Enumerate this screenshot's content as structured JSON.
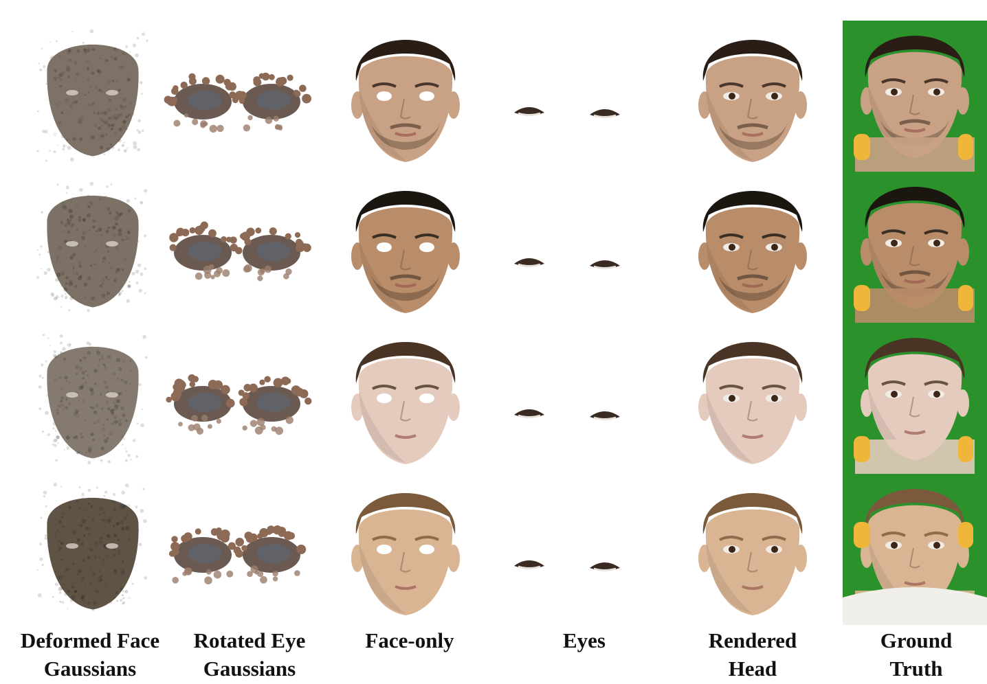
{
  "columns": [
    {
      "line1": "Deformed Face",
      "line2": "Gaussians"
    },
    {
      "line1": "Rotated Eye",
      "line2": "Gaussians"
    },
    {
      "line1": "Face-only",
      "line2": ""
    },
    {
      "line1": "Eyes",
      "line2": ""
    },
    {
      "line1": "Rendered",
      "line2": "Head"
    },
    {
      "line1": "Ground",
      "line2": "Truth"
    }
  ],
  "subjects": [
    {
      "skin": "#c9a184",
      "hair": "#2a1d16",
      "beard": true,
      "gaussian_tone": "#7e7266"
    },
    {
      "skin": "#b98d6a",
      "hair": "#1c1611",
      "beard": true,
      "gaussian_tone": "#7c7164"
    },
    {
      "skin": "#e4cbbd",
      "hair": "#4a3426",
      "beard": false,
      "gaussian_tone": "#857a70"
    },
    {
      "skin": "#d9b594",
      "hair": "#7a5a3a",
      "beard": false,
      "gaussian_tone": "#5f5346"
    }
  ],
  "colors": {
    "green_screen": "#2e9b2e",
    "headphone": "#f0b63a"
  }
}
